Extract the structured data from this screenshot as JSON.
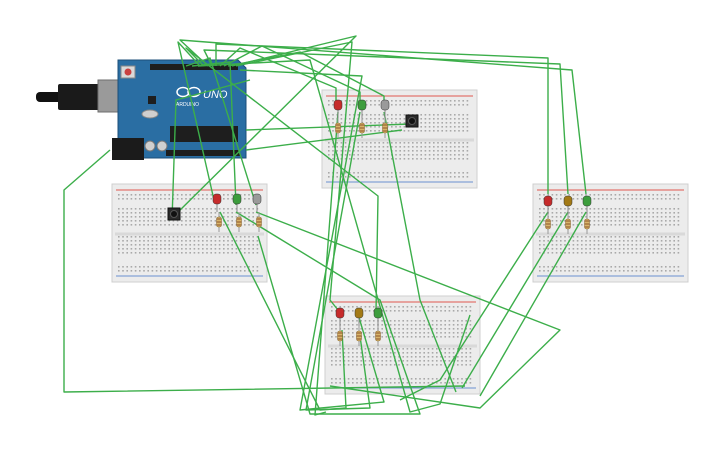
{
  "arduino": {
    "brand": "ARDUINO",
    "model": "UNO",
    "board_color": "#2a6ea3"
  },
  "leds": {
    "colors": [
      "#c62b2b",
      "#3d9d3d",
      "#9a9a9a",
      "#a37a16"
    ]
  },
  "wire_color": "#3cae4a",
  "breadboard_count": 4,
  "components": {
    "breadboards": [
      "breadboard-top-center",
      "breadboard-left",
      "breadboard-right",
      "breadboard-bottom-center"
    ],
    "pushbuttons": 2,
    "leds_total": 12
  }
}
